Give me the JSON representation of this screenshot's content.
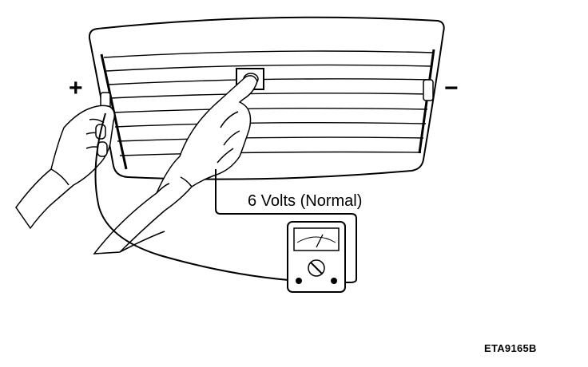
{
  "labels": {
    "positive": "+",
    "negative": "−",
    "reading": "6 Volts (Normal)",
    "figure_code": "ETA9165B"
  },
  "colors": {
    "ink": "#000000",
    "background": "#ffffff"
  },
  "parts": [
    "rear-window-glass",
    "heater-grid-lines",
    "bus-bar-left",
    "bus-bar-right",
    "finger-probe-point",
    "voltmeter",
    "hands"
  ]
}
